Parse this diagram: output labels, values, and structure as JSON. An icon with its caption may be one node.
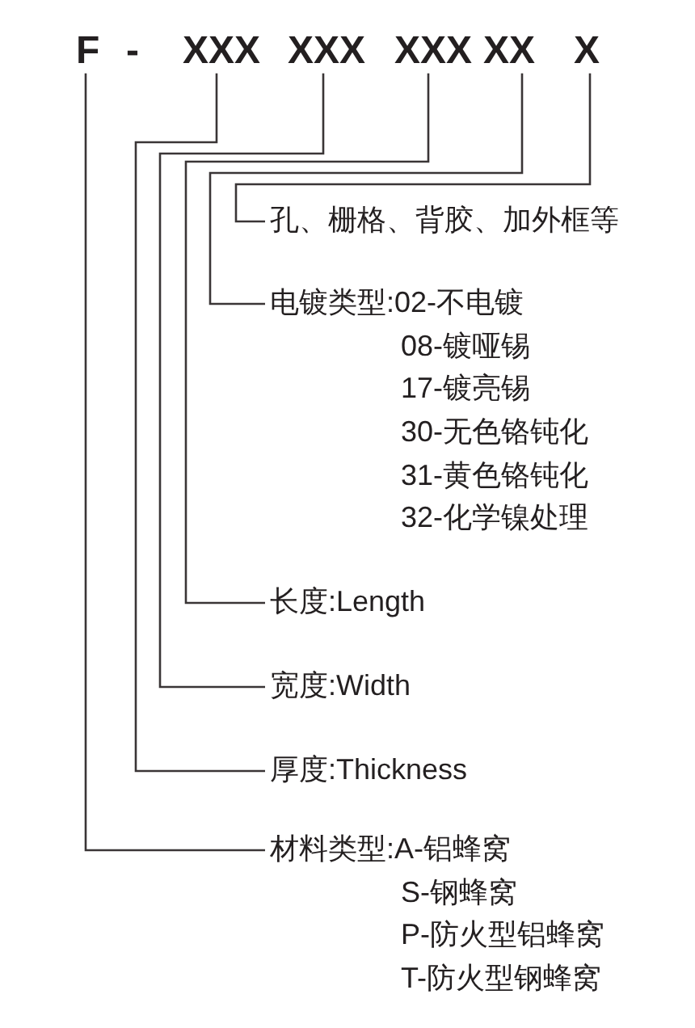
{
  "diagram": {
    "nodes": [
      {
        "text": [
          "F"
        ]
      },
      {
        "text": [
          "XXX"
        ]
      },
      {
        "text": [
          "XXX"
        ]
      },
      {
        "text": [
          "XXX"
        ]
      },
      {
        "text": [
          "XX"
        ]
      },
      {
        "text": [
          "X"
        ]
      },
      {
        "text": [
          "孔、栅格、背胶、加外框等"
        ]
      },
      {
        "text": [
          "电镀类型:02-不电镀",
          "08-镀哑锡",
          "17-镀亮锡",
          "30-无色铬钝化",
          "31-黄色铬钝化",
          "32-化学镍处理"
        ]
      },
      {
        "text": [
          "长度:Length"
        ]
      },
      {
        "text": [
          "宽度:Width"
        ]
      },
      {
        "text": [
          "厚度:Thickness"
        ]
      },
      {
        "text": [
          "材料类型:A-铝蜂窝",
          "S-钢蜂窝",
          "P-防火型铝蜂窝",
          "T-防火型钢蜂窝"
        ]
      }
    ],
    "edges": [
      {
        "from": 0,
        "to": 11,
        "arrow": "none"
      },
      {
        "from": 1,
        "to": 10,
        "arrow": "none"
      },
      {
        "from": 2,
        "to": 9,
        "arrow": "none"
      },
      {
        "from": 3,
        "to": 8,
        "arrow": "none"
      },
      {
        "from": 4,
        "to": 7,
        "arrow": "none"
      },
      {
        "from": 5,
        "to": 6,
        "arrow": "none"
      }
    ],
    "labels": [
      "-"
    ]
  }
}
